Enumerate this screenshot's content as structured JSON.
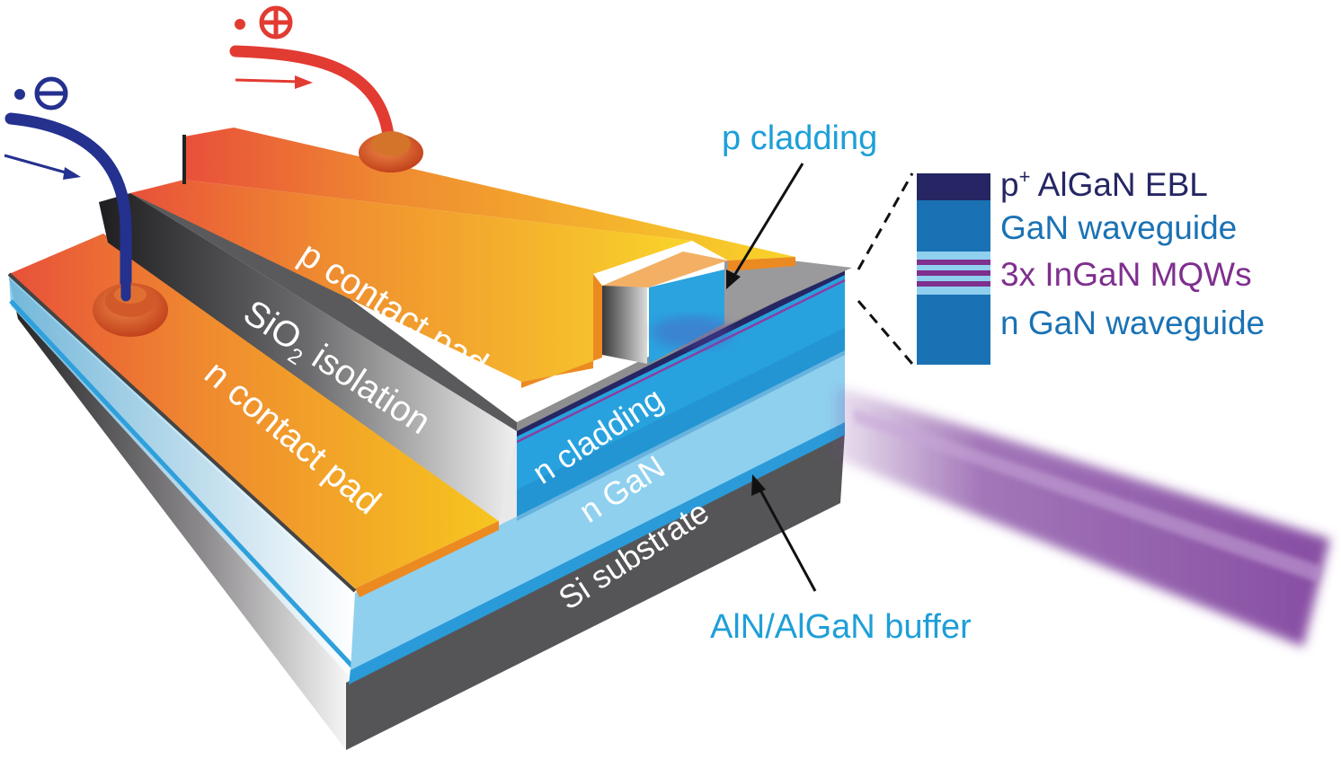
{
  "title": "GaN-on-Si laser diode schematic",
  "terminals": {
    "negative": {
      "symbol": "•⊖",
      "color": "#24318f"
    },
    "positive": {
      "symbol": "•⊕",
      "color": "#e23b32"
    }
  },
  "device_labels": {
    "p_contact_pad": "p contact pad",
    "sio2_isolation_main": "SiO",
    "sio2_isolation_sub": "2",
    "sio2_isolation_tail": " isolation",
    "n_contact_pad": "n contact pad",
    "n_cladding": "n cladding",
    "n_gan": "n GaN",
    "si_substrate": "Si substrate"
  },
  "callouts": {
    "p_cladding": "p cladding",
    "buffer": "AlN/AlGaN buffer"
  },
  "layer_stack": {
    "items": [
      {
        "label_main": "p",
        "label_sup": "+",
        "label_rest": " AlGaN EBL",
        "color": "#252663"
      },
      {
        "label_main": "GaN waveguide",
        "color": "#1a72b4"
      },
      {
        "label_main": "3x InGaN MQWs",
        "color": "#7f2f8e"
      },
      {
        "label_main": "n GaN waveguide",
        "color": "#1a72b4"
      }
    ]
  },
  "colors": {
    "callout_blue": "#1e9fd8",
    "beam": "#7a3a99",
    "substrate": "#555557",
    "gan_light": "#8fd0ef",
    "gan_mid": "#28a2de",
    "pad_orange": "#ef8a2a",
    "pad_yellow": "#f7c925"
  }
}
